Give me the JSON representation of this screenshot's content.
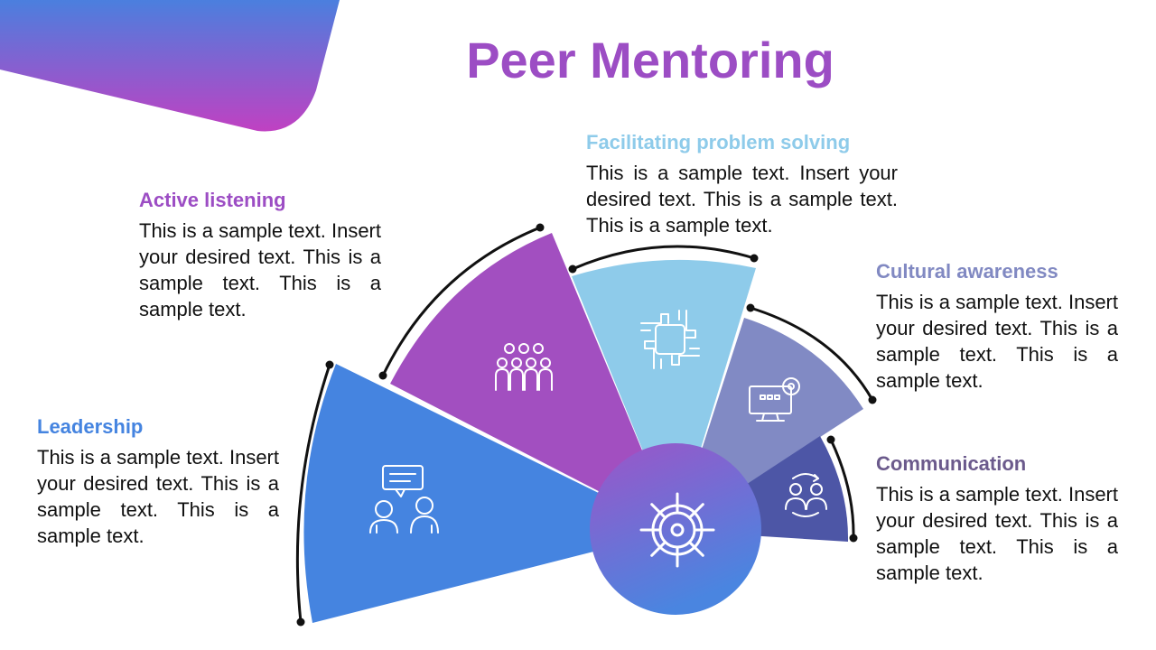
{
  "title": "Peer Mentoring",
  "colors": {
    "leadership": "#4584e0",
    "active_listening": "#a24fc0",
    "facilitating": "#8ecbea",
    "cultural": "#818ac4",
    "communication": "#4d56a6",
    "title": "#9c4dc4"
  },
  "items": [
    {
      "heading": "Leadership",
      "text": "This is a sample text. Insert your desired text. This is a sample text. This is a sample text.",
      "icon": "conversation-icon"
    },
    {
      "heading": "Active listening",
      "text": "This is a sample text. Insert your desired text. This is a sample text. This is a sample text.",
      "icon": "team-icon"
    },
    {
      "heading": "Facilitating problem solving",
      "text": "This is a sample text. Insert your desired text. This is a sample text. This is a sample text.",
      "icon": "joined-hands-icon"
    },
    {
      "heading": "Cultural awareness",
      "text": "This is a sample text. Insert your desired text. This is a sample text. This is a sample text.",
      "icon": "monitor-settings-icon"
    },
    {
      "heading": "Communication",
      "text": "This is a sample text. Insert your desired text. This is a sample text. This is a sample text.",
      "icon": "exchange-people-icon"
    }
  ],
  "center_icon": "ship-wheel-icon"
}
